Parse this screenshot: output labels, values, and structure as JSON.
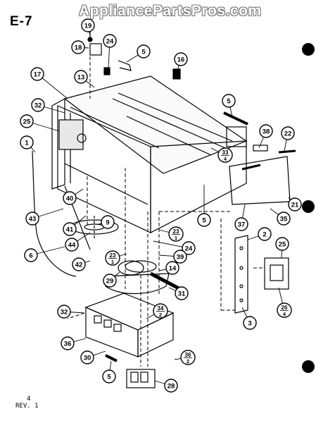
{
  "page_label": "E-7",
  "watermark": "AppliancePartsPros.com",
  "revision": {
    "superscript": "4",
    "text": "REV. 1"
  },
  "callouts": [
    {
      "id": "c19",
      "top": "19",
      "bottom": ""
    },
    {
      "id": "c18",
      "top": "18",
      "bottom": ""
    },
    {
      "id": "c24a",
      "top": "24",
      "bottom": ""
    },
    {
      "id": "c5a",
      "top": "5",
      "bottom": ""
    },
    {
      "id": "c16",
      "top": "16",
      "bottom": ""
    },
    {
      "id": "c17",
      "top": "17",
      "bottom": ""
    },
    {
      "id": "c13",
      "top": "13",
      "bottom": ""
    },
    {
      "id": "c32a",
      "top": "32",
      "bottom": ""
    },
    {
      "id": "c25a",
      "top": "25",
      "bottom": ""
    },
    {
      "id": "c5b",
      "top": "5",
      "bottom": ""
    },
    {
      "id": "c38",
      "top": "38",
      "bottom": ""
    },
    {
      "id": "c22",
      "top": "22",
      "bottom": ""
    },
    {
      "id": "c1",
      "top": "1",
      "bottom": ""
    },
    {
      "id": "c33",
      "top": "33",
      "bottom": "4"
    },
    {
      "id": "c21",
      "top": "21",
      "bottom": ""
    },
    {
      "id": "c43",
      "top": "43",
      "bottom": ""
    },
    {
      "id": "c40",
      "top": "40",
      "bottom": ""
    },
    {
      "id": "c41",
      "top": "41",
      "bottom": ""
    },
    {
      "id": "c44",
      "top": "44",
      "bottom": ""
    },
    {
      "id": "c9",
      "top": "9",
      "bottom": ""
    },
    {
      "id": "c5c",
      "top": "5",
      "bottom": ""
    },
    {
      "id": "c37",
      "top": "37",
      "bottom": ""
    },
    {
      "id": "c35",
      "top": "35",
      "bottom": ""
    },
    {
      "id": "c2",
      "top": "2",
      "bottom": ""
    },
    {
      "id": "c6",
      "top": "6",
      "bottom": ""
    },
    {
      "id": "c23a",
      "top": "23",
      "bottom": "1"
    },
    {
      "id": "c24b",
      "top": "24",
      "bottom": ""
    },
    {
      "id": "c25b",
      "top": "25",
      "bottom": ""
    },
    {
      "id": "c42",
      "top": "42",
      "bottom": ""
    },
    {
      "id": "c23b",
      "top": "23",
      "bottom": "1"
    },
    {
      "id": "c39",
      "top": "39",
      "bottom": ""
    },
    {
      "id": "c14",
      "top": "14",
      "bottom": ""
    },
    {
      "id": "c29",
      "top": "29",
      "bottom": ""
    },
    {
      "id": "c31",
      "top": "31",
      "bottom": ""
    },
    {
      "id": "c26",
      "top": "26",
      "bottom": "4"
    },
    {
      "id": "c3",
      "top": "3",
      "bottom": ""
    },
    {
      "id": "c32b",
      "top": "32",
      "bottom": ""
    },
    {
      "id": "c34",
      "top": "34",
      "bottom": "2"
    },
    {
      "id": "c36",
      "top": "36",
      "bottom": ""
    },
    {
      "id": "c30",
      "top": "30",
      "bottom": ""
    },
    {
      "id": "c38b",
      "top": "36",
      "bottom": "2"
    },
    {
      "id": "c5d",
      "top": "5",
      "bottom": ""
    },
    {
      "id": "c28",
      "top": "28",
      "bottom": ""
    }
  ]
}
